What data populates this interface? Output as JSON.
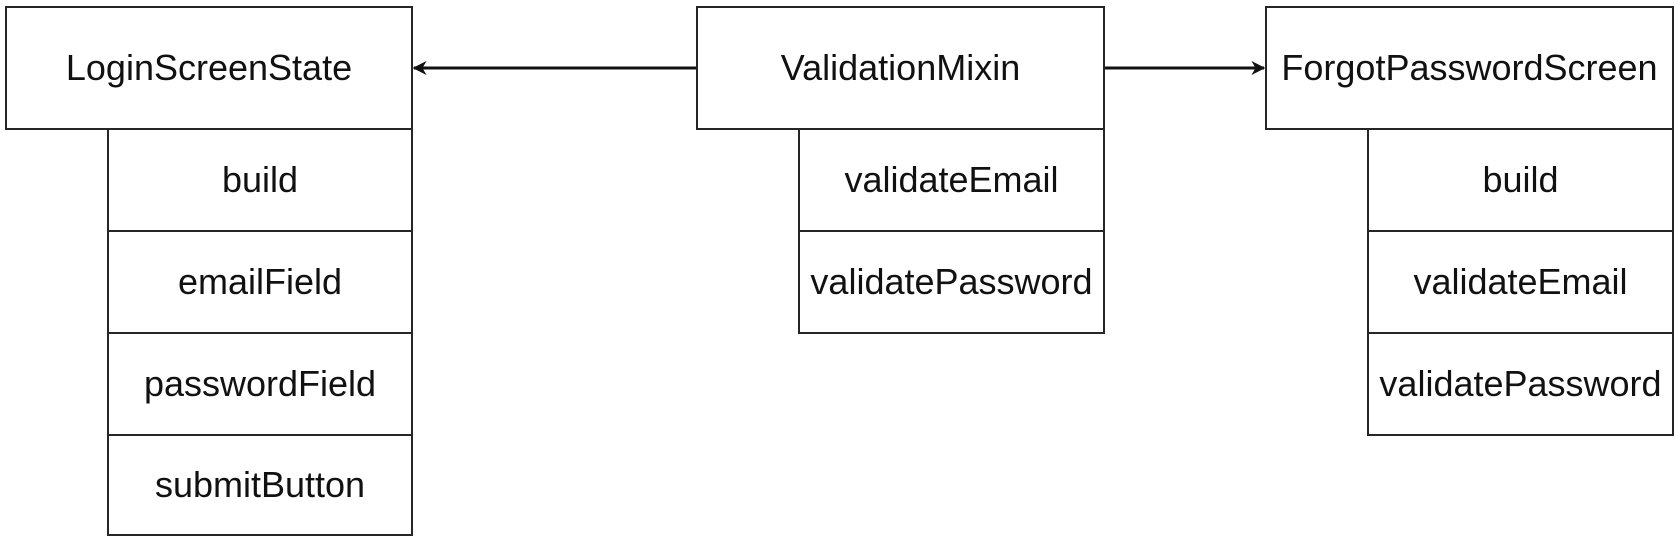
{
  "classes": {
    "login": {
      "name": "LoginScreenState",
      "methods": [
        "build",
        "emailField",
        "passwordField",
        "submitButton"
      ]
    },
    "mixin": {
      "name": "ValidationMixin",
      "methods": [
        "validateEmail",
        "validatePassword"
      ]
    },
    "forgot": {
      "name": "ForgotPasswordScreen",
      "methods": [
        "build",
        "validateEmail",
        "validatePassword"
      ]
    }
  },
  "relations": [
    {
      "from": "ValidationMixin",
      "to": "LoginScreenState"
    },
    {
      "from": "ValidationMixin",
      "to": "ForgotPasswordScreen"
    }
  ]
}
